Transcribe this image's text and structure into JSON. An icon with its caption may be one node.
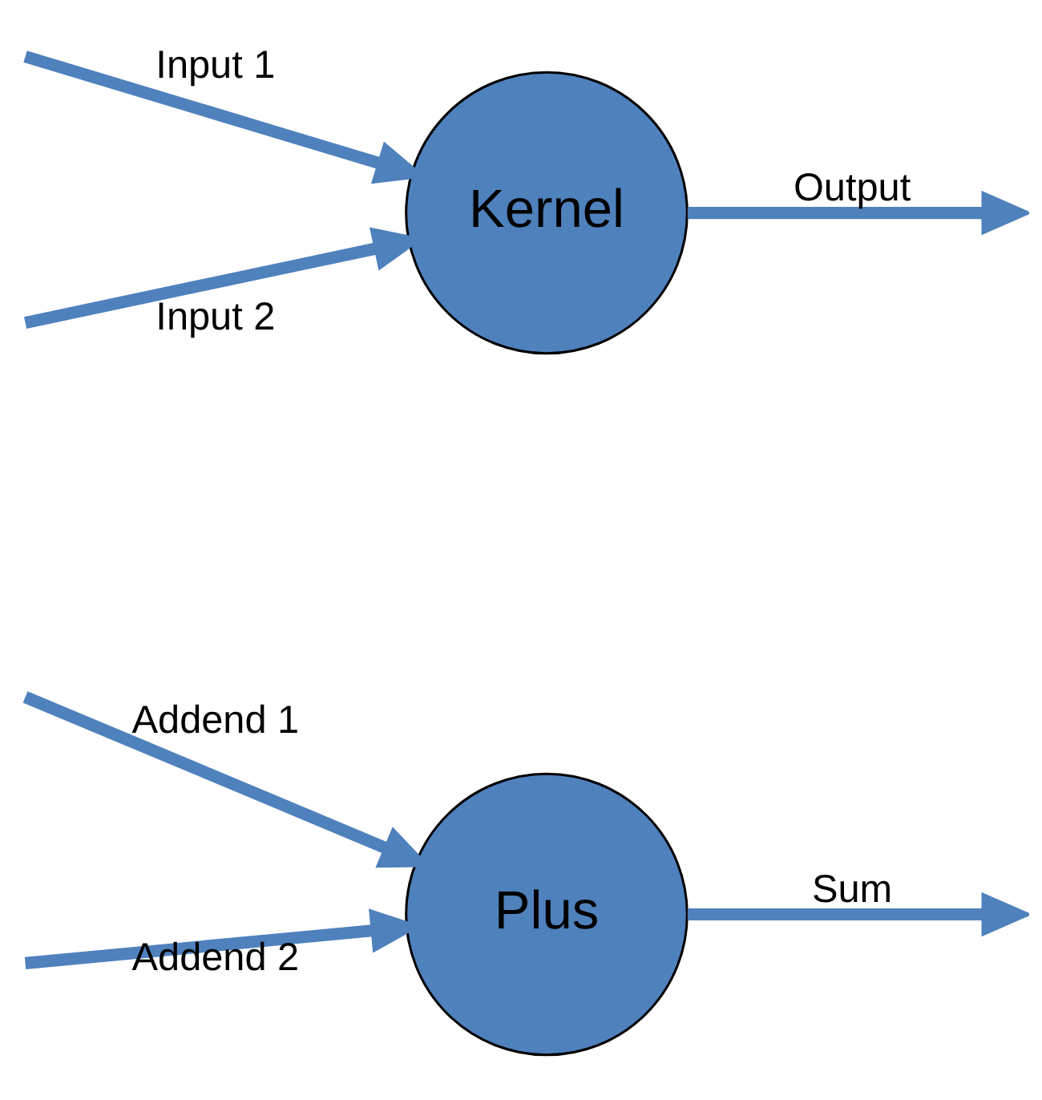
{
  "diagram": {
    "nodes": [
      {
        "text": [
          "Kernel"
        ]
      },
      {
        "text": [
          "Plus"
        ]
      }
    ],
    "edges": [
      {
        "from": null,
        "to": 0,
        "arrow": "to",
        "label": "Input 1"
      },
      {
        "from": null,
        "to": 0,
        "arrow": "to",
        "label": "Input 2"
      },
      {
        "from": 0,
        "to": null,
        "arrow": "to",
        "label": "Output"
      },
      {
        "from": null,
        "to": 1,
        "arrow": "to",
        "label": "Addend 1"
      },
      {
        "from": null,
        "to": 1,
        "arrow": "to",
        "label": "Addend 2"
      },
      {
        "from": 1,
        "to": null,
        "arrow": "to",
        "label": "Sum"
      }
    ]
  }
}
